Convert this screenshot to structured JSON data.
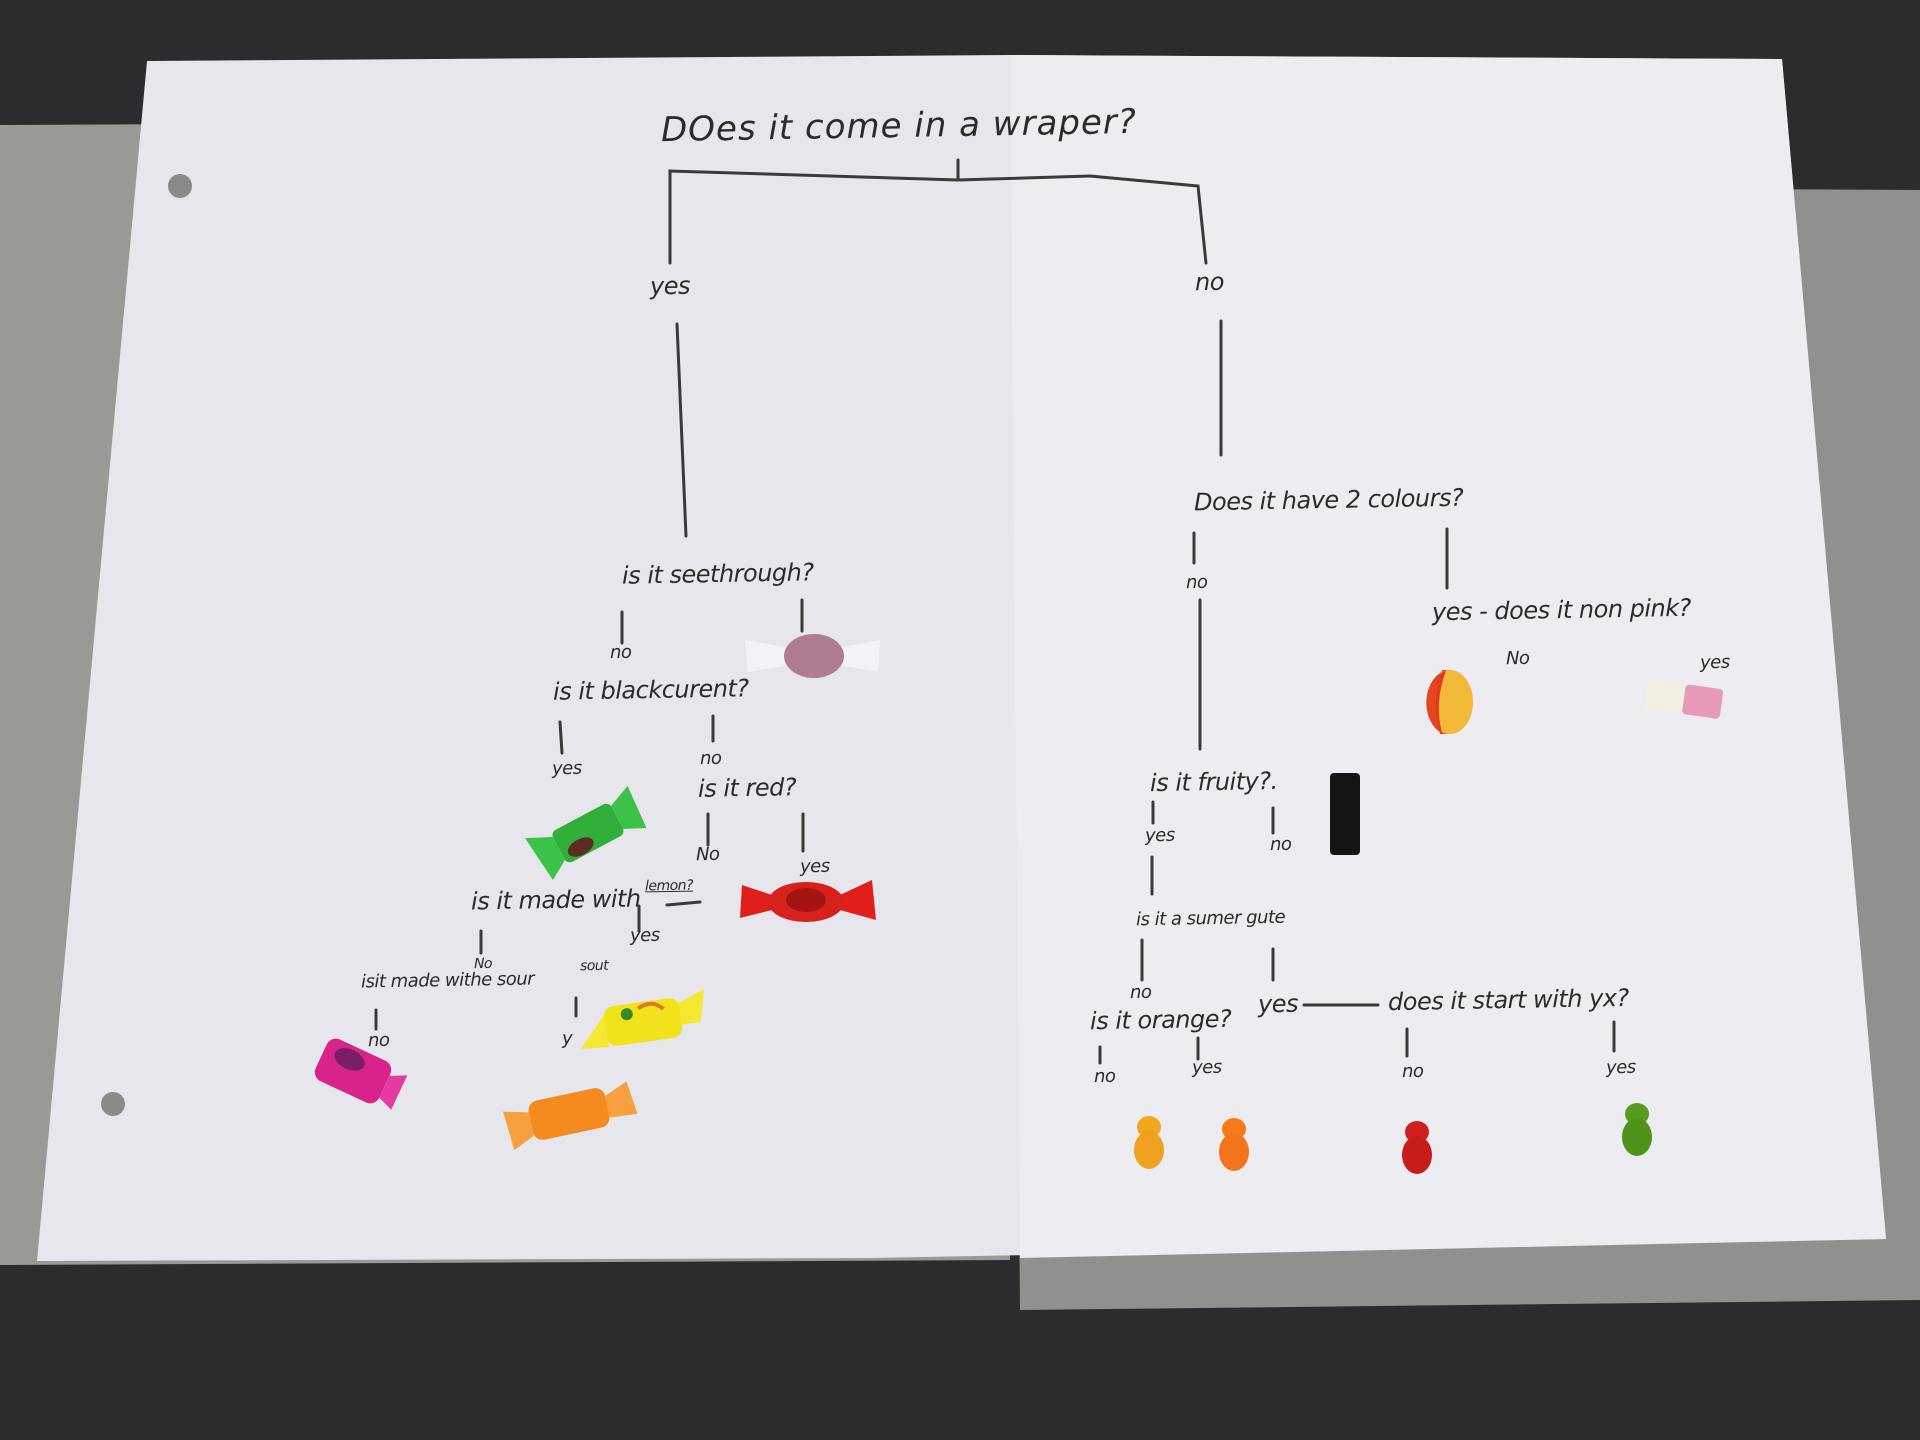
{
  "diagram": {
    "root_question": "DOes it come in a wraper?",
    "root_yes": "yes",
    "root_no": "no",
    "left_branch": {
      "q_seethrough": "is it seethrough?",
      "seethrough_no": "no",
      "q_blackcurrent": "is it blackcurent?",
      "blackcurrent_yes": "yes",
      "blackcurrent_no": "no",
      "q_red": "is it red?",
      "red_no": "No",
      "red_yes": "yes",
      "q_lemon": "is it made with",
      "q_lemon_word": "lemon?",
      "lemon_yes": "yes",
      "lemon_no": "No",
      "q_sour": "isit made withe sour",
      "q_sour_word": "sout",
      "sour_no": "no",
      "sour_yes": "y"
    },
    "right_branch": {
      "q_two_colours": "Does it have 2 colours?",
      "two_colours_no": "no",
      "two_colours_yes": "yes - does it non pink?",
      "pink_no": "No",
      "pink_yes": "yes",
      "q_fruity": "is it fruity?.",
      "fruity_yes": "yes",
      "fruity_no": "no",
      "q_sumer": "is it a sumer gute",
      "sumer_no": "no",
      "sumer_yes": "yes",
      "q_orange": "is it orange?",
      "orange_no": "no",
      "orange_yes": "yes",
      "q_start": "does it start with yx?",
      "start_no": "no",
      "start_yes": "yes"
    }
  },
  "colors": {
    "paper": "#e9e9ee",
    "ink": "#2b2b2b",
    "desk": "#9a9a98",
    "carpet": "#2a2b2c"
  }
}
